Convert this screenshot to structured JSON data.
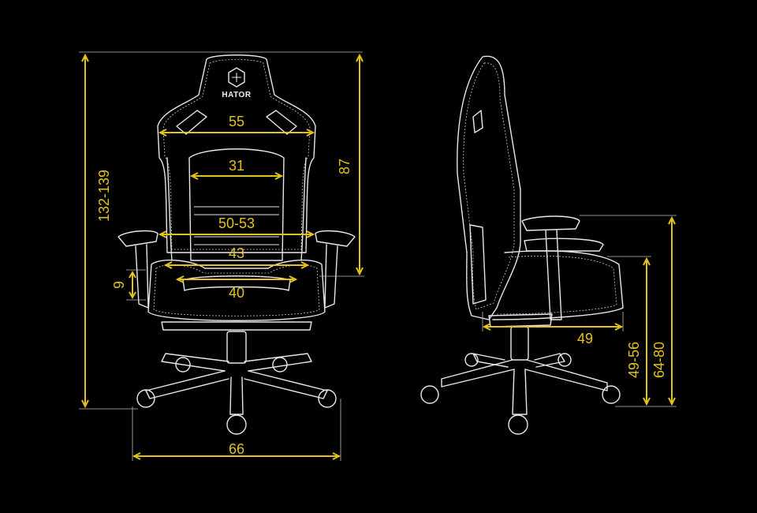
{
  "brand": {
    "logo_text": "HATOR"
  },
  "front_view": {
    "total_height": "132-139",
    "backrest_height": "87",
    "shoulder_width": "55",
    "lumbar_width": "31",
    "backrest_width": "50-53",
    "seat_width_back": "43",
    "seat_width_front": "40",
    "armrest_height_adjust": "9",
    "base_width": "66"
  },
  "side_view": {
    "seat_depth": "49",
    "seat_height": "49-56",
    "armrest_height": "64-80"
  },
  "colors": {
    "dimension": "#e3c21a",
    "outline": "#e8e8e8",
    "background": "#000000"
  },
  "icons": {
    "logo": "hator-logo-icon"
  }
}
